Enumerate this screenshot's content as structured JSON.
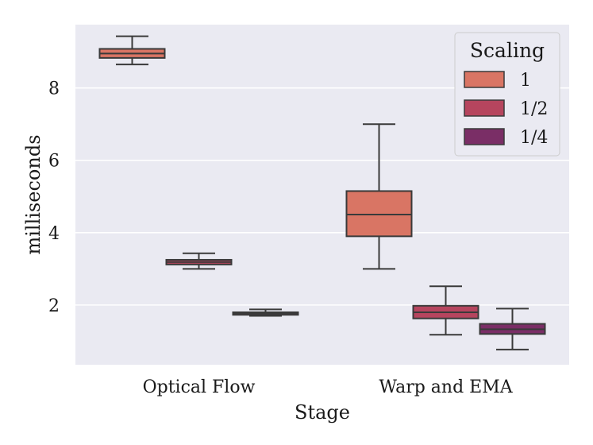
{
  "chart_data": {
    "type": "box",
    "xlabel": "Stage",
    "ylabel": "milliseconds",
    "categories": [
      "Optical Flow",
      "Warp and EMA"
    ],
    "ylim": [
      0.35,
      9.75
    ],
    "yticks": [
      2,
      4,
      6,
      8
    ],
    "grid": true,
    "legend": {
      "title": "Scaling",
      "position": "top-right"
    },
    "series": [
      {
        "name": "1",
        "color": "#d97564",
        "boxes": [
          {
            "min": 8.65,
            "q1": 8.83,
            "median": 8.95,
            "q3": 9.08,
            "max": 9.43
          },
          {
            "min": 3.0,
            "q1": 3.9,
            "median": 4.5,
            "q3": 5.15,
            "max": 7.0
          }
        ]
      },
      {
        "name": "1/2",
        "color": "#b6455e",
        "boxes": [
          {
            "min": 3.0,
            "q1": 3.12,
            "median": 3.19,
            "q3": 3.25,
            "max": 3.43
          },
          {
            "min": 1.18,
            "q1": 1.63,
            "median": 1.8,
            "q3": 1.98,
            "max": 2.52
          }
        ]
      },
      {
        "name": "1/4",
        "color": "#7a2e66",
        "boxes": [
          {
            "min": 1.7,
            "q1": 1.73,
            "median": 1.77,
            "q3": 1.8,
            "max": 1.88
          },
          {
            "min": 0.77,
            "q1": 1.2,
            "median": 1.33,
            "q3": 1.48,
            "max": 1.9
          }
        ]
      }
    ]
  }
}
